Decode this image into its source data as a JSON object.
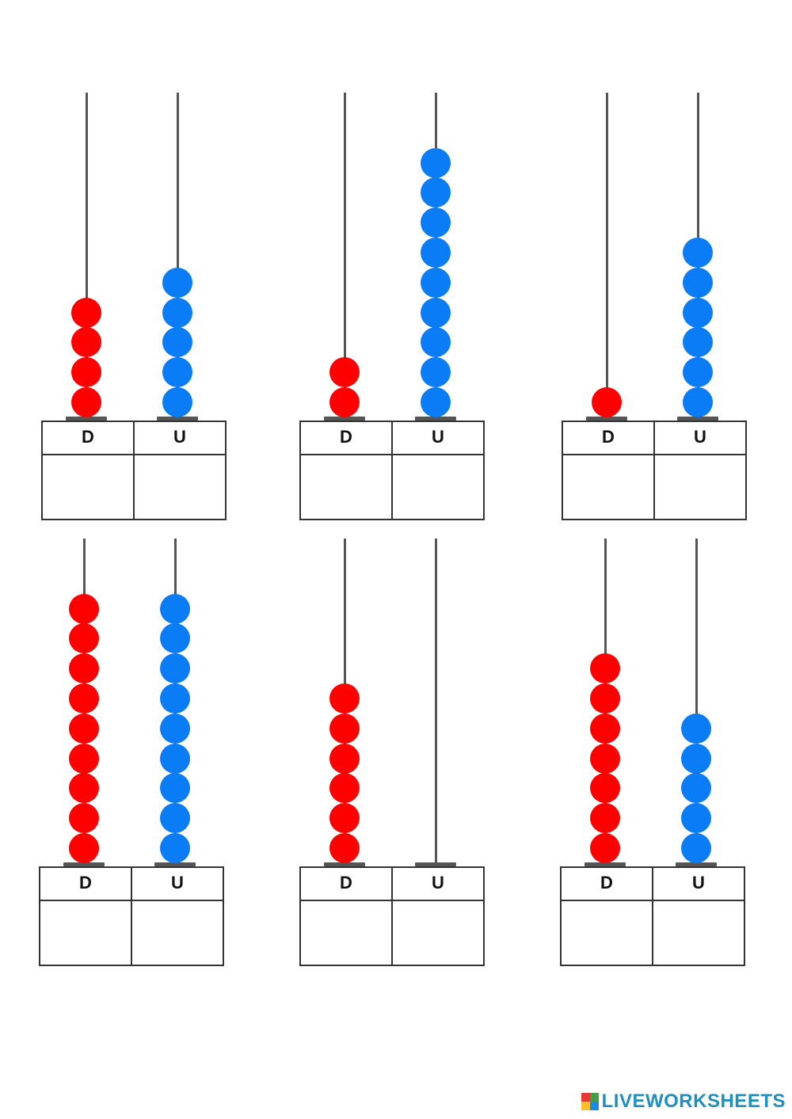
{
  "labels": {
    "tens": "D",
    "units": "U"
  },
  "colors": {
    "tens_bead": "#ff0000",
    "units_bead": "#0a7cf5",
    "brand_text": "#1f8fbf"
  },
  "abaci": [
    {
      "tens": 4,
      "units": 5
    },
    {
      "tens": 2,
      "units": 9
    },
    {
      "tens": 1,
      "units": 6
    },
    {
      "tens": 9,
      "units": 9
    },
    {
      "tens": 6,
      "units": 0
    },
    {
      "tens": 7,
      "units": 5
    }
  ],
  "brand": {
    "text": "LIVEWORKSHEETS",
    "icon": "liveworksheets-logo-icon"
  }
}
